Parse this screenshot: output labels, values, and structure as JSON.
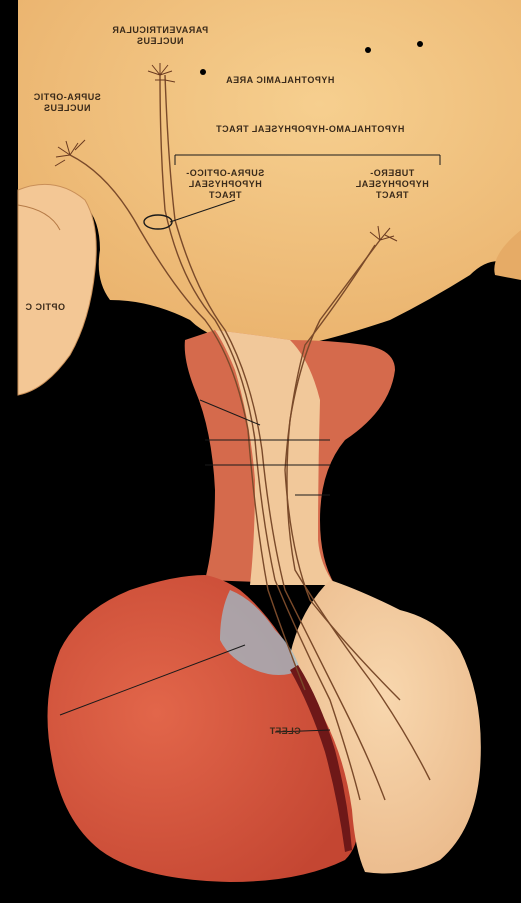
{
  "labels": {
    "paraventricular": "PARAVENTRICULAR\nNUCLEUS",
    "supraoptic_nucleus": "SUPRA-OPTIC\nNUCLEUS",
    "hypothalamic_area": "HYPOTHALAMIC AREA",
    "hypothalamo_hypophyseal": "HYPOTHALAMO-HYPOPHYSEAL TRACT",
    "supraoptico_hypophyseal": "SUPRA-OPTICO-\nHYPOPHYSEAL\nTRACT",
    "tubero_hypophyseal": "TUBERO-\nHYPOPHYSEAL\nTRACT",
    "optic_chiasm": "OPTIC C",
    "cleft": "CLEFT"
  },
  "colors": {
    "background": "#000000",
    "hypothalamus": "#f1c27d",
    "anterior_lobe": "#d9533b",
    "posterior_lobe": "#f3c99a",
    "stalk_red": "#cf5a40",
    "nerve_fibers": "#7a4a2a",
    "blue_zone": "#8fb4c4",
    "cleft": "#7a1d1d"
  }
}
